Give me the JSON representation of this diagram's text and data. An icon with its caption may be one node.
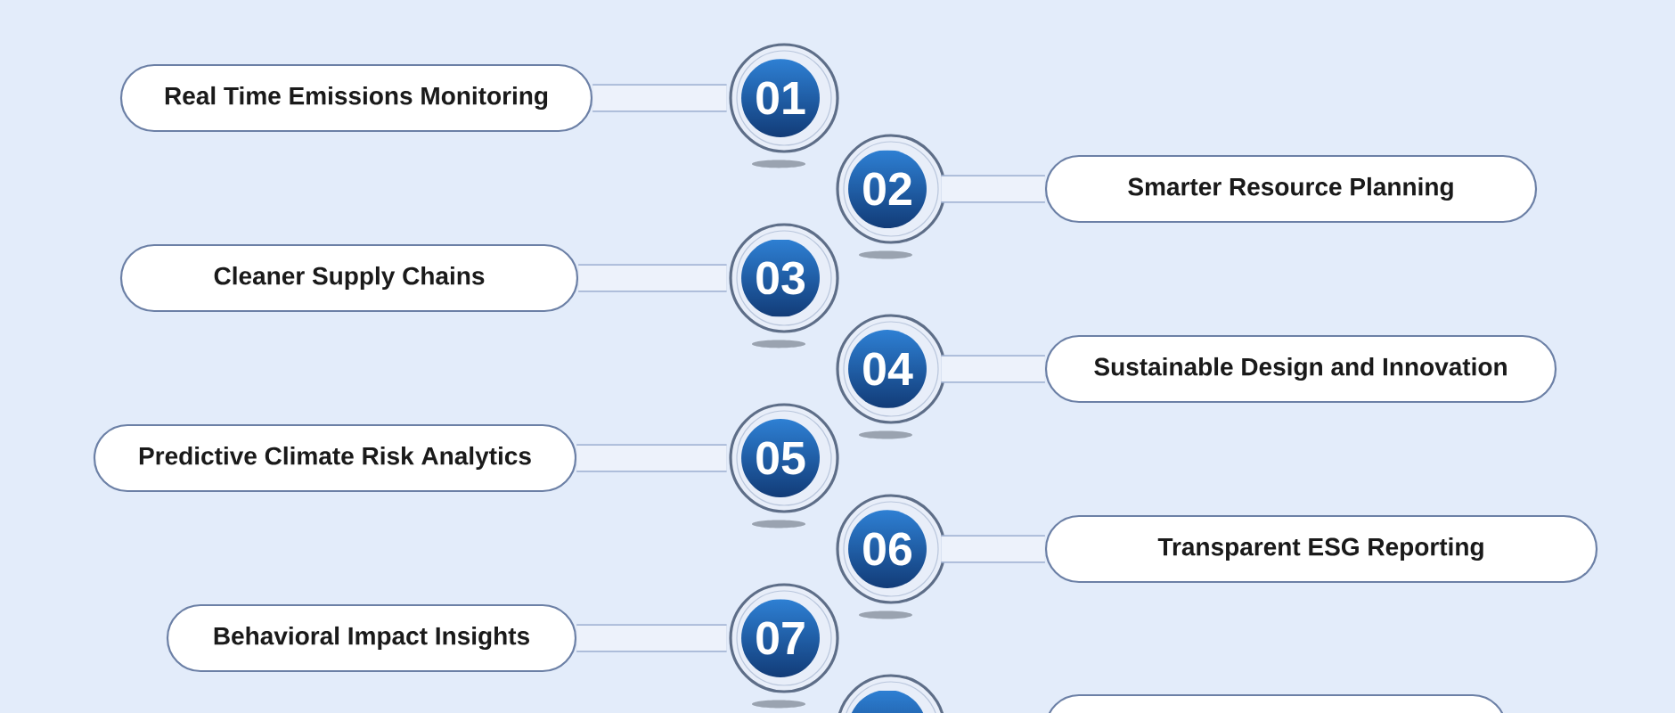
{
  "diagram": {
    "nodes": [
      {
        "text": [
          "Real Time Emissions Monitoring"
        ]
      },
      {
        "text": [
          "01"
        ]
      },
      {
        "text": [
          "02"
        ]
      },
      {
        "text": [
          "Smarter Resource Planning"
        ]
      },
      {
        "text": [
          "Cleaner Supply Chains"
        ]
      },
      {
        "text": [
          "03"
        ]
      },
      {
        "text": [
          "04"
        ]
      },
      {
        "text": [
          "Sustainable Design and Innovation"
        ]
      },
      {
        "text": [
          "Predictive Climate Risk Analytics"
        ]
      },
      {
        "text": [
          "05"
        ]
      },
      {
        "text": [
          "06"
        ]
      },
      {
        "text": [
          "Transparent ESG Reporting"
        ]
      },
      {
        "text": [
          "Behavioral Impact Insights"
        ]
      },
      {
        "text": [
          "07"
        ]
      },
      {
        "text": [],
        "shape": "circle"
      },
      {
        "text": [],
        "shape": "box"
      }
    ],
    "edges": [
      {
        "from": 0,
        "to": 1,
        "arrow": "none"
      },
      {
        "from": 2,
        "to": 3,
        "arrow": "none"
      },
      {
        "from": 4,
        "to": 5,
        "arrow": "none"
      },
      {
        "from": 6,
        "to": 7,
        "arrow": "none"
      },
      {
        "from": 8,
        "to": 9,
        "arrow": "none"
      },
      {
        "from": 10,
        "to": 11,
        "arrow": "none"
      },
      {
        "from": 12,
        "to": 13,
        "arrow": "none"
      }
    ]
  }
}
